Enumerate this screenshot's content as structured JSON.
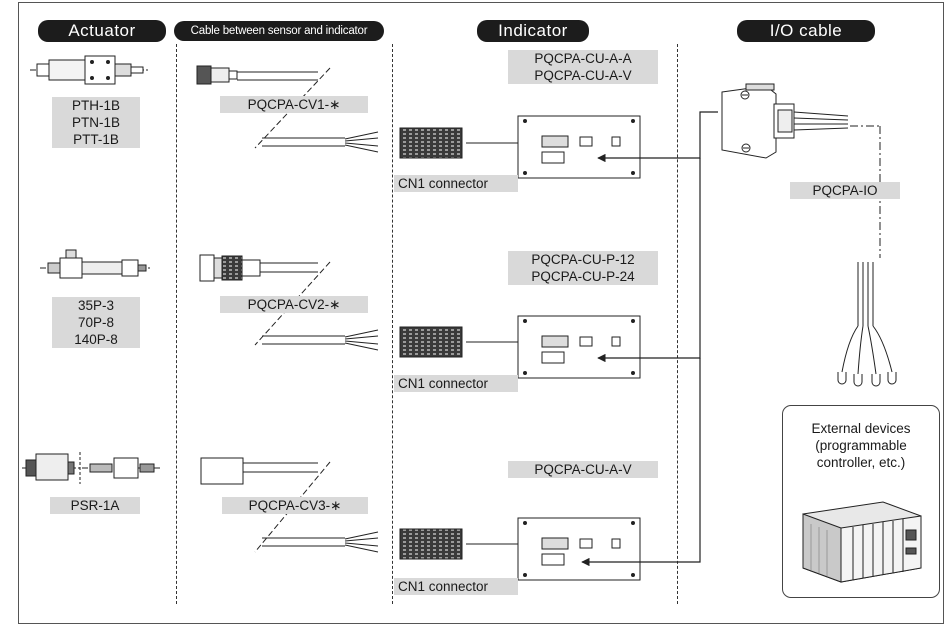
{
  "headers": {
    "actuator": "Actuator",
    "cable": "Cable between sensor and indicator",
    "indicator": "Indicator",
    "io_cable": "I/O cable"
  },
  "actuators": [
    {
      "models": "PTH-1B\nPTN-1B\nPTT-1B"
    },
    {
      "models": "35P-3\n70P-8\n140P-8"
    },
    {
      "models": "PSR-1A"
    }
  ],
  "cables": [
    {
      "model": "PQCPA-CV1-∗"
    },
    {
      "model": "PQCPA-CV2-∗"
    },
    {
      "model": "PQCPA-CV3-∗"
    }
  ],
  "indicators": [
    {
      "models": "PQCPA-CU-A-A\nPQCPA-CU-A-V",
      "connector": "CN1 connector"
    },
    {
      "models": "PQCPA-CU-P-12\nPQCPA-CU-P-24",
      "connector": "CN1 connector"
    },
    {
      "models": "PQCPA-CU-A-V",
      "connector": "CN1 connector"
    }
  ],
  "io_cable_model": "PQCPA-IO",
  "external_devices": "External devices\n(programmable\ncontroller, etc.)",
  "colors": {
    "header_bg": "#1c1c1c",
    "label_bg": "#d9d9d9",
    "line": "#333333"
  }
}
